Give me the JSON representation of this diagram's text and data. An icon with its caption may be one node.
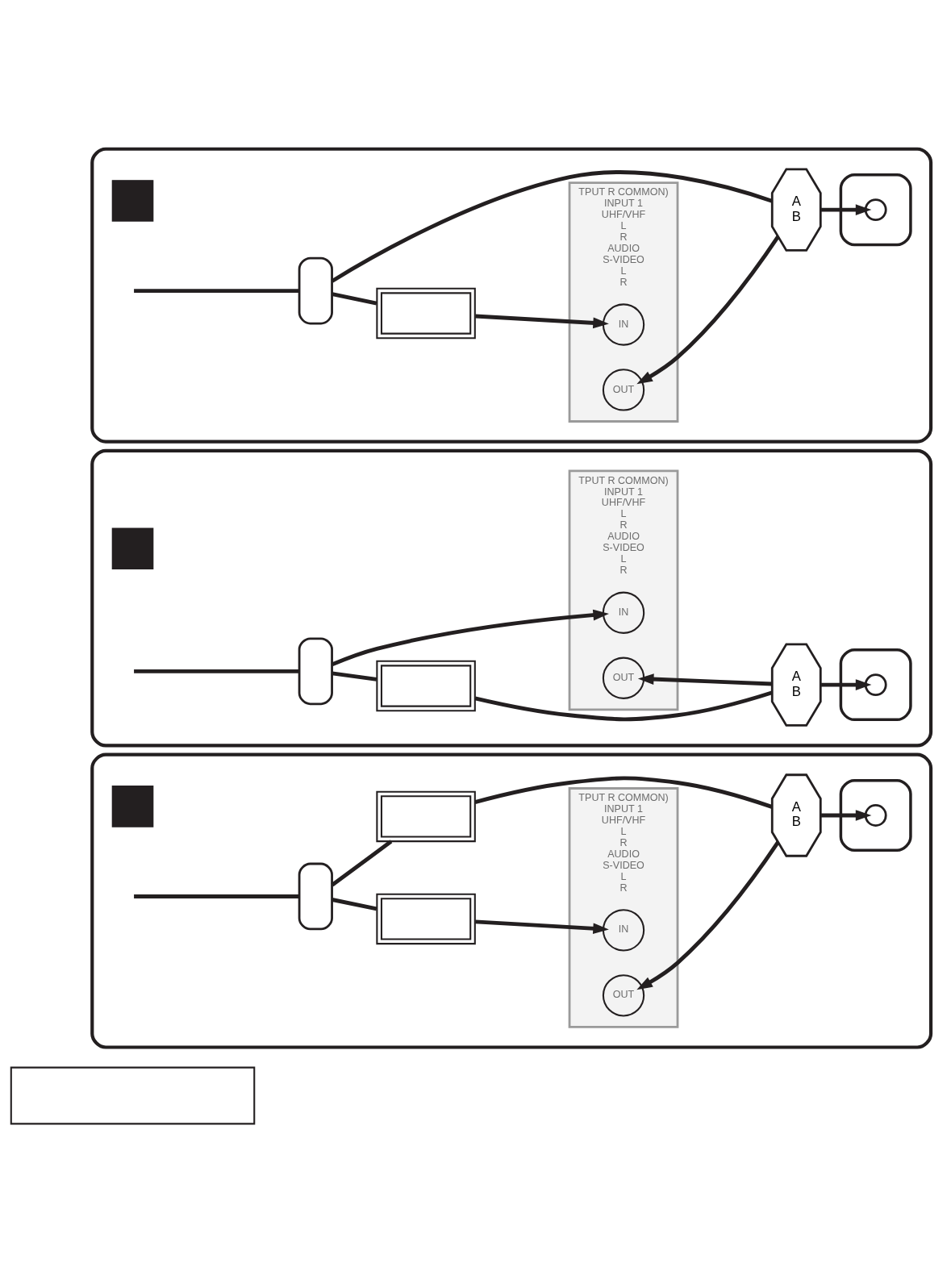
{
  "diagram": {
    "nodes": [
      {
        "text": [],
        "shape": "box"
      },
      {
        "text": [],
        "shape": "box",
        "in": 0
      },
      {
        "text": [],
        "shape": "box",
        "in": 0
      },
      {
        "text": [],
        "shape": "box",
        "in": 0
      },
      {
        "text": [
          "TPUT R COMMON)",
          "INPUT 1",
          "UHF/VHF",
          "L",
          "R",
          "AUDIO",
          "S-VIDEO",
          "L",
          "R"
        ],
        "in": 0
      },
      {
        "text": [
          "IN"
        ],
        "in": 4
      },
      {
        "text": [
          "OUT"
        ],
        "in": 4
      },
      {
        "text": [
          "A",
          "B"
        ],
        "in": 0
      },
      {
        "text": [],
        "shape": "box",
        "in": 0
      },
      {
        "text": [],
        "shape": "circle",
        "in": 8
      },
      {
        "text": [],
        "shape": "box"
      },
      {
        "text": [],
        "shape": "box",
        "in": 10
      },
      {
        "text": [],
        "shape": "box",
        "in": 10
      },
      {
        "text": [],
        "shape": "box",
        "in": 10
      },
      {
        "text": [
          "TPUT R COMMON)",
          "INPUT 1",
          "UHF/VHF",
          "L",
          "R",
          "AUDIO",
          "S-VIDEO",
          "L",
          "R"
        ],
        "in": 10
      },
      {
        "text": [
          "IN"
        ],
        "in": 14
      },
      {
        "text": [
          "OUT"
        ],
        "in": 14
      },
      {
        "text": [
          "A",
          "B"
        ],
        "in": 10
      },
      {
        "text": [],
        "shape": "box",
        "in": 10
      },
      {
        "text": [],
        "shape": "circle",
        "in": 18
      },
      {
        "text": [],
        "shape": "box"
      },
      {
        "text": [],
        "shape": "box",
        "in": 20
      },
      {
        "text": [],
        "shape": "box",
        "in": 20
      },
      {
        "text": [],
        "shape": "box",
        "in": 20
      },
      {
        "text": [],
        "shape": "box",
        "in": 20
      },
      {
        "text": [
          "TPUT R COMMON)",
          "INPUT 1",
          "UHF/VHF",
          "L",
          "R",
          "AUDIO",
          "S-VIDEO",
          "L",
          "R"
        ],
        "in": 20
      },
      {
        "text": [
          "IN"
        ],
        "in": 25
      },
      {
        "text": [
          "OUT"
        ],
        "in": 25
      },
      {
        "text": [
          "A",
          "B"
        ],
        "in": 20
      },
      {
        "text": [],
        "shape": "box",
        "in": 20
      },
      {
        "text": [],
        "shape": "circle",
        "in": 29
      },
      {
        "text": [],
        "shape": "box"
      }
    ],
    "edges": [
      {
        "from": null,
        "to": 2,
        "arrow": "none"
      },
      {
        "from": 2,
        "to": 7,
        "arrow": "none"
      },
      {
        "from": 2,
        "to": 3,
        "arrow": "none"
      },
      {
        "from": 3,
        "to": 5,
        "arrow": "to"
      },
      {
        "from": 7,
        "to": 6,
        "arrow": "to"
      },
      {
        "from": 7,
        "to": 9,
        "arrow": "to"
      },
      {
        "from": null,
        "to": 12,
        "arrow": "none"
      },
      {
        "from": 12,
        "to": 15,
        "arrow": "to"
      },
      {
        "from": 12,
        "to": 13,
        "arrow": "none"
      },
      {
        "from": 13,
        "to": 17,
        "arrow": "none"
      },
      {
        "from": 17,
        "to": 16,
        "arrow": "to"
      },
      {
        "from": 17,
        "to": 19,
        "arrow": "to"
      },
      {
        "from": null,
        "to": 22,
        "arrow": "none"
      },
      {
        "from": 22,
        "to": 23,
        "arrow": "none"
      },
      {
        "from": 23,
        "to": 26,
        "arrow": "to"
      },
      {
        "from": 22,
        "to": 24,
        "arrow": "none"
      },
      {
        "from": 24,
        "to": 28,
        "arrow": "none"
      },
      {
        "from": 28,
        "to": 27,
        "arrow": "to"
      },
      {
        "from": 28,
        "to": 30,
        "arrow": "to"
      }
    ]
  }
}
